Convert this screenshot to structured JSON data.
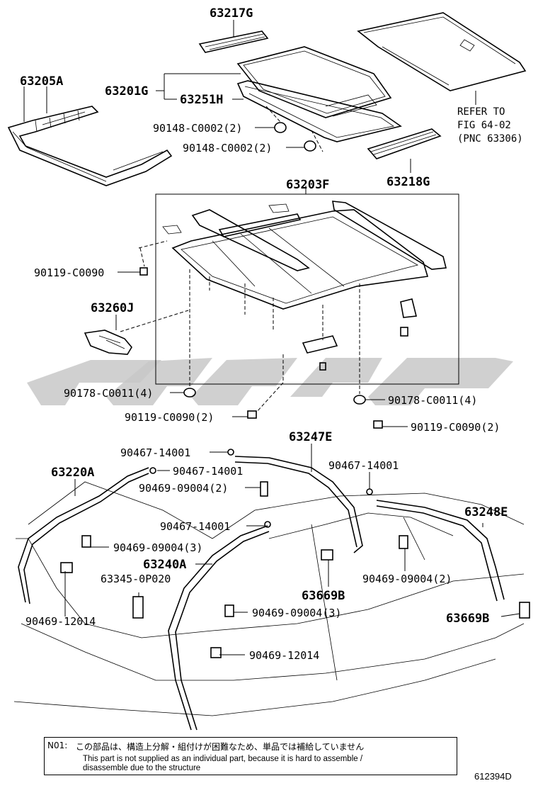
{
  "labels": {
    "p63217G": "63217G",
    "p63205A": "63205A",
    "p63201G": "63201G",
    "p63251H": "63251H",
    "p90148a": "90148-C0002(2)",
    "p90148b": "90148-C0002(2)",
    "p63218G": "63218G",
    "p63203F": "63203F",
    "p90119a": "90119-C0090",
    "p63260J": "63260J",
    "p90178a": "90178-C0011(4)",
    "p90178b": "90178-C0011(4)",
    "p90119b": "90119-C0090(2)",
    "p90119c": "90119-C0090(2)",
    "p63247E": "63247E",
    "p90467a": "90467-14001",
    "p90467b": "90467-14001",
    "p90467c": "90467-14001",
    "p90467d": "90467-14001",
    "p63220A": "63220A",
    "p90469_2": "90469-09004(2)",
    "p90469_3a": "90469-09004(3)",
    "p90469_2b": "90469-09004(2)",
    "p90469_3b": "90469-09004(3)",
    "p63248E": "63248E",
    "p63240A": "63240A",
    "p63345": "63345-0P020",
    "p63669Ba": "63669B",
    "p63669Bb": "63669B",
    "p90469_12014a": "90469-12014",
    "p90469_12014b": "90469-12014"
  },
  "refer": {
    "line1": "REFER TO",
    "line2": "FIG 64-02",
    "line3": "(PNC 63306)"
  },
  "note": {
    "id": "N01:",
    "jp": "この部品は、構造上分解・組付けが困難なため、単品では補給していません",
    "en_line1": "This part is not supplied as an individual part, because it is hard to assemble /",
    "en_line2": "disassemble due to the structure"
  },
  "figure_id": "612394D"
}
